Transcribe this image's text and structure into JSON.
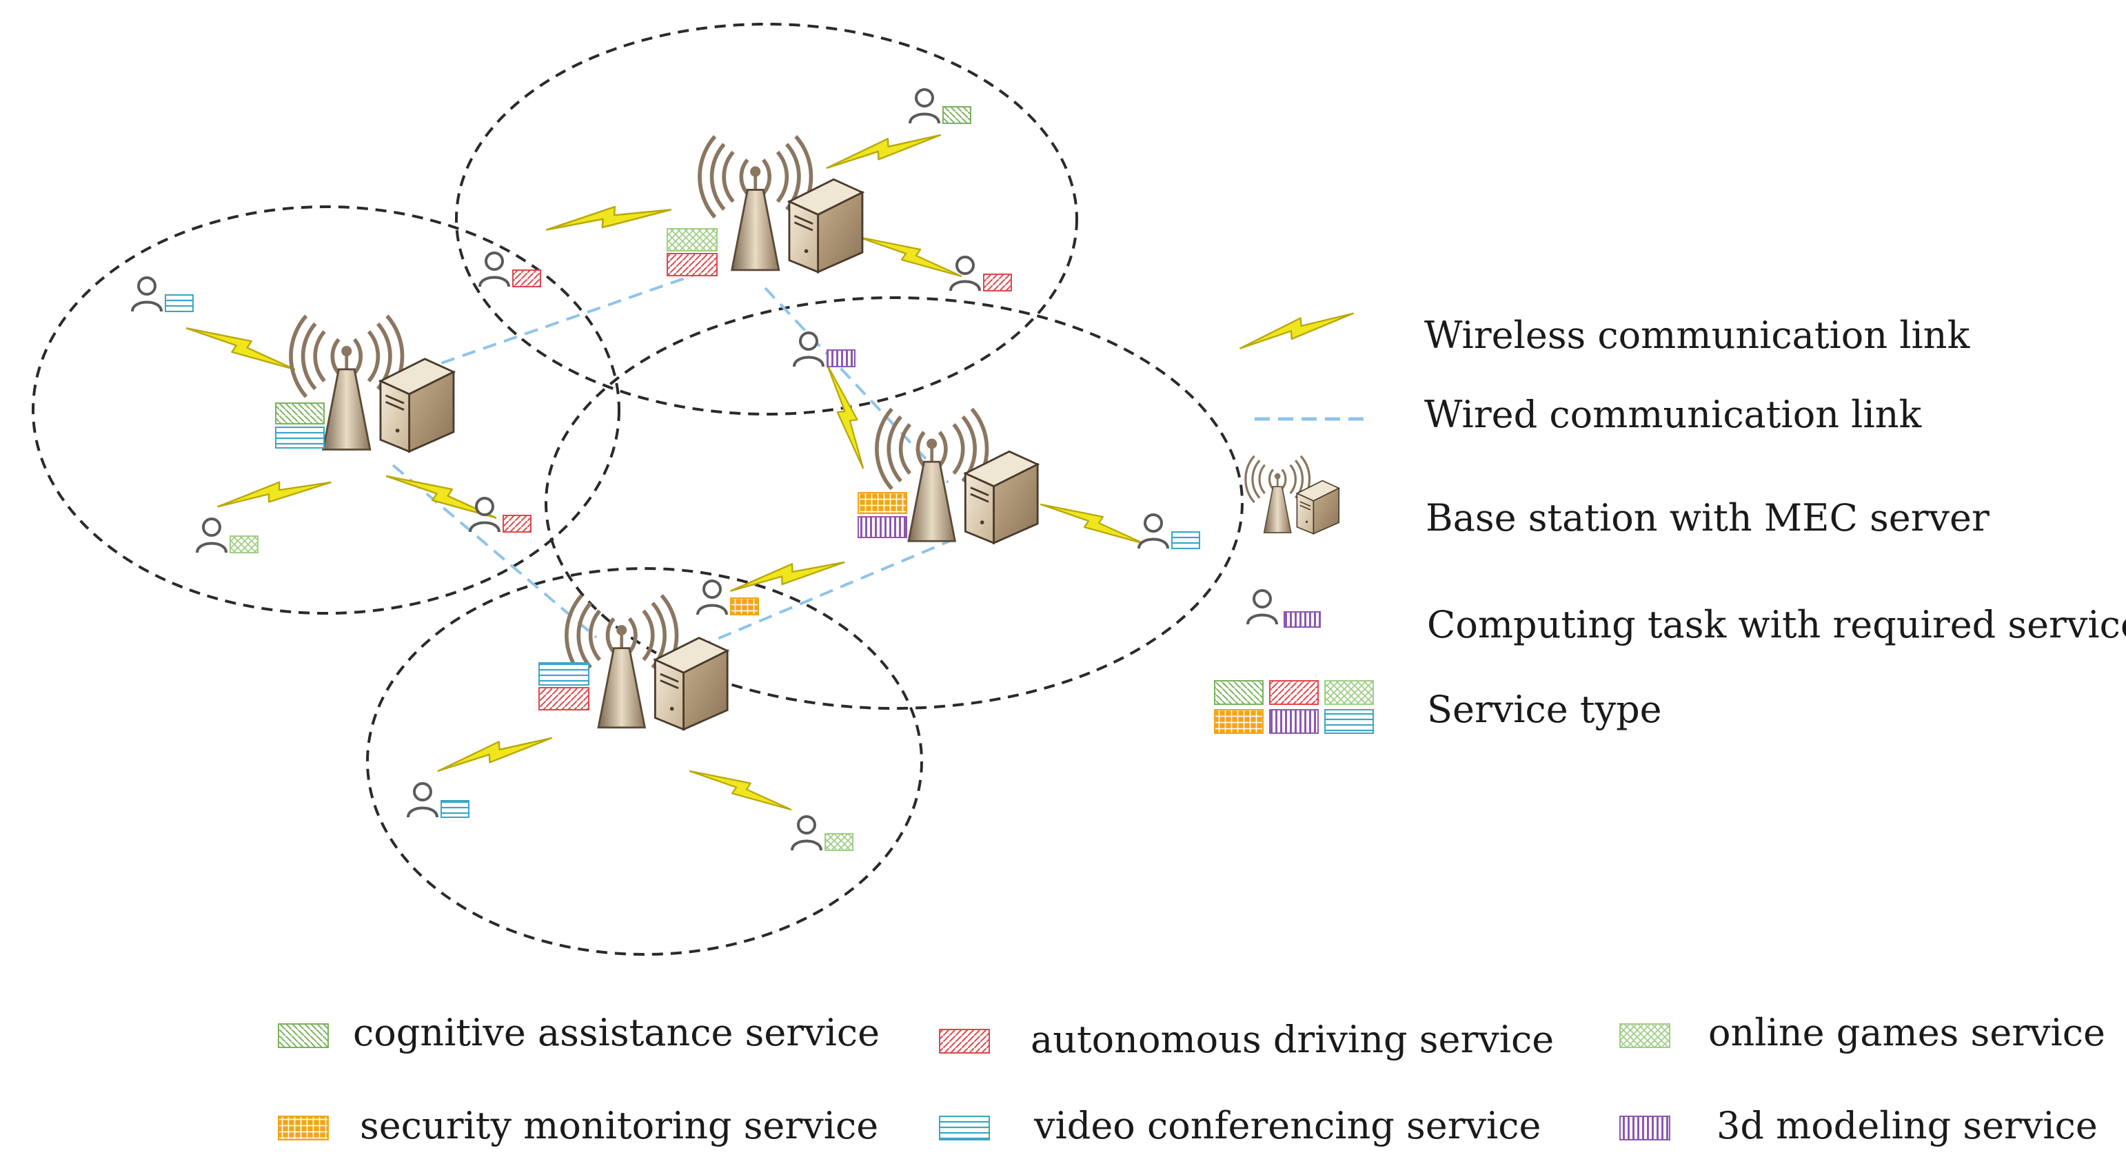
{
  "colors": {
    "cognitive": "#7ab35c",
    "autonomous": "#e0474c",
    "games": "#9fcf86",
    "security": "#f2a516",
    "video": "#3aa6c7",
    "modeling": "#8e56b3",
    "bolt": "#f0e61e",
    "wired": "#8fc4ea",
    "cell": "#2a2a2a"
  },
  "legend_right": {
    "wireless": "Wireless communication link",
    "wired": "Wired communication link",
    "base_station": "Base station with MEC server",
    "task": "Computing task with required service",
    "service_type": "Service type"
  },
  "legend_bottom": {
    "cognitive": "cognitive assistance service",
    "autonomous": "autonomous driving service",
    "games": "online games service",
    "security": "security monitoring service",
    "video": "video conferencing service",
    "modeling": "3d modeling service"
  },
  "base_stations": [
    {
      "id": "bs-left",
      "services": [
        "cognitive",
        "video"
      ]
    },
    {
      "id": "bs-top",
      "services": [
        "games",
        "autonomous"
      ]
    },
    {
      "id": "bs-right",
      "services": [
        "security",
        "modeling"
      ]
    },
    {
      "id": "bs-bottom",
      "services": [
        "video",
        "autonomous"
      ]
    }
  ],
  "tasks": [
    {
      "service": "video"
    },
    {
      "service": "games"
    },
    {
      "service": "autonomous"
    },
    {
      "service": "autonomous"
    },
    {
      "service": "cognitive"
    },
    {
      "service": "autonomous"
    },
    {
      "service": "modeling"
    },
    {
      "service": "video"
    },
    {
      "service": "security"
    },
    {
      "service": "video"
    },
    {
      "service": "games"
    }
  ]
}
